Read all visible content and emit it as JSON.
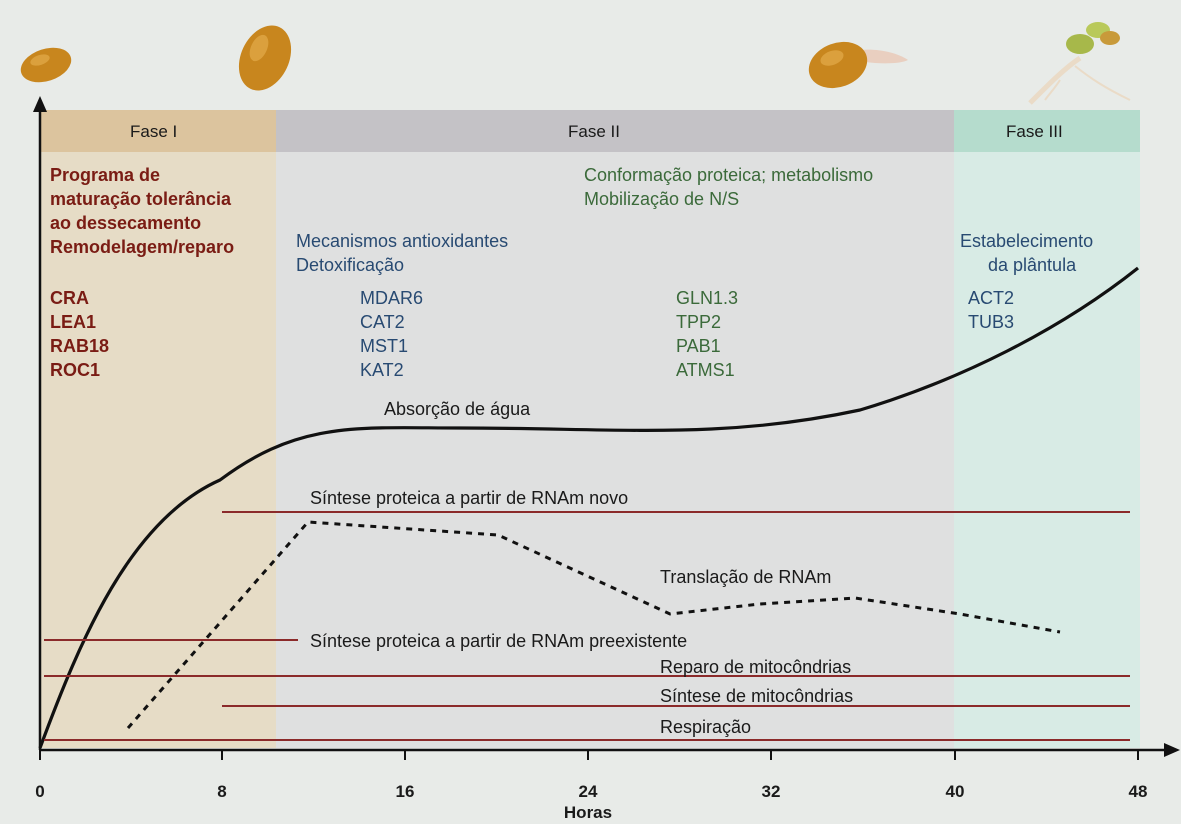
{
  "phases": {
    "phase1": {
      "label": "Fase I"
    },
    "phase2": {
      "label": "Fase II"
    },
    "phase3": {
      "label": "Fase III"
    }
  },
  "phase1_text": {
    "line1": "Programa de",
    "line2": "maturação tolerância",
    "line3": "ao dessecamento",
    "line4": "Remodelagem/reparo",
    "genes": [
      "CRA",
      "LEA1",
      "RAB18",
      "ROC1"
    ]
  },
  "antiox_text": {
    "line1": "Mecanismos antioxidantes",
    "line2": "Detoxificação",
    "genes": [
      "MDAR6",
      "CAT2",
      "MST1",
      "KAT2"
    ]
  },
  "phase2_text": {
    "line1": "Conformação proteica; metabolismo",
    "line2": "Mobilização de N/S",
    "genes": [
      "GLN1.3",
      "TPP2",
      "PAB1",
      "ATMS1"
    ]
  },
  "phase3_text": {
    "line1": "Estabelecimento",
    "line2": "da plântula",
    "genes": [
      "ACT2",
      "TUB3"
    ]
  },
  "process_labels": {
    "water_uptake": "Absorção de água",
    "new_mrna_synthesis": "Síntese proteica a partir de RNAm novo",
    "mrna_translation": "Translação de RNAm",
    "preexisting_mrna_synthesis": "Síntese proteica a partir de RNAm preexistente",
    "mito_repair": "Reparo de mitocôndrias",
    "mito_synthesis": "Síntese de mitocôndrias",
    "respiration": "Respiração"
  },
  "axis": {
    "xlabel": "Horas",
    "ticks": [
      "0",
      "8",
      "16",
      "24",
      "32",
      "40",
      "48"
    ]
  },
  "colors": {
    "line_red": "#8b2a2a",
    "phase1_band": "#e6dcc6",
    "phase2_band": "#dfe0e0",
    "phase3_band": "#d8ebe5",
    "text_red": "#7a1c14",
    "text_green": "#3b6a3a",
    "text_blue": "#284a72",
    "seed": "#c8861e"
  }
}
